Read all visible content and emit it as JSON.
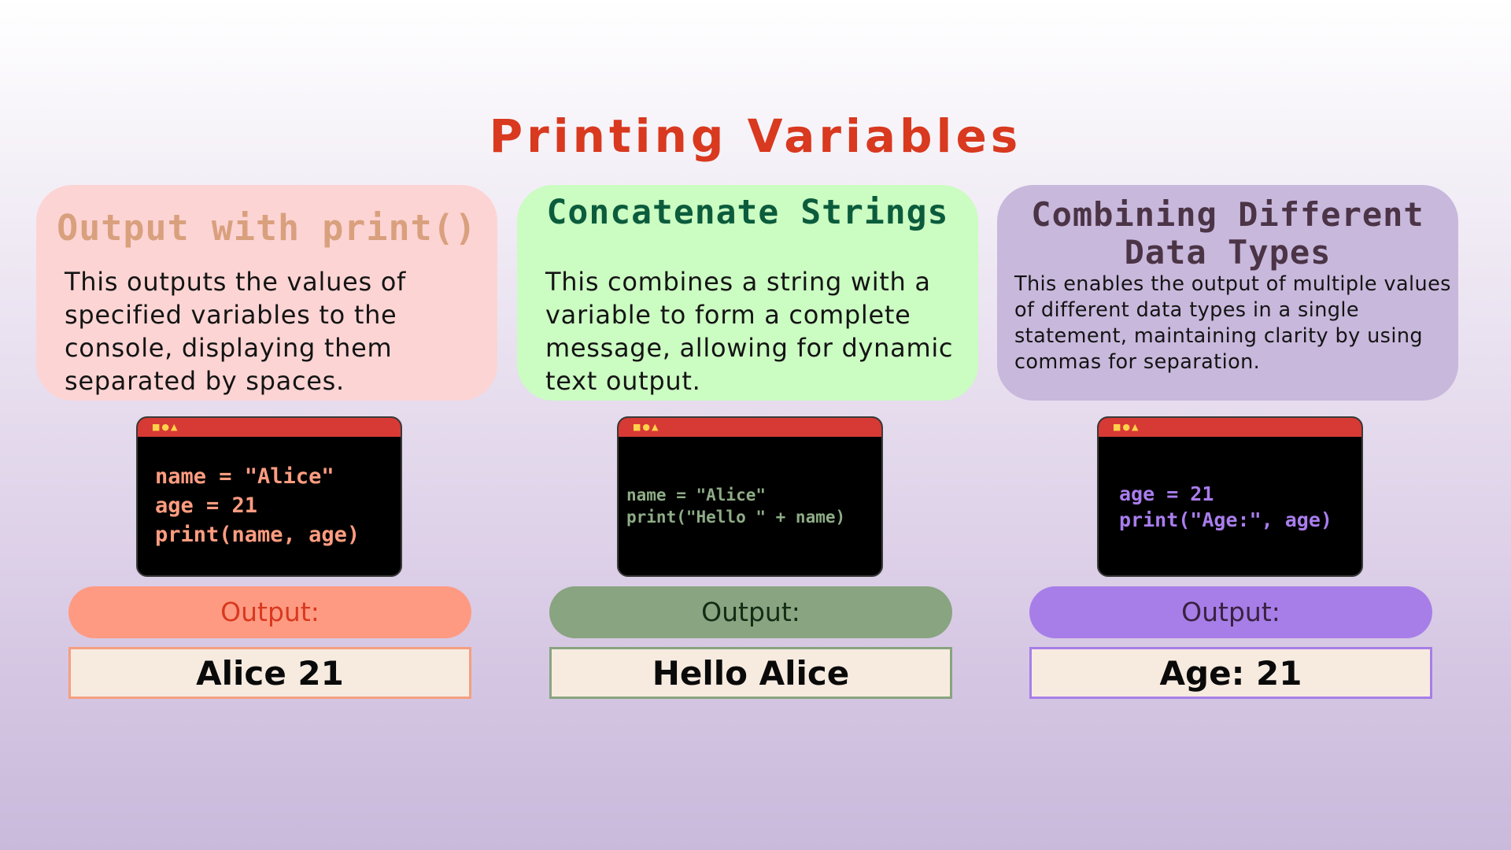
{
  "title": "Printing Variables",
  "columns": [
    {
      "heading": "Output with print()",
      "description": "This outputs the values of specified variables to the console, displaying them separated by spaces.",
      "window_controls": "■●▲",
      "code": "name = \"Alice\"\nage = 21\nprint(name, age)",
      "output_label": "Output:",
      "output_value": "Alice 21"
    },
    {
      "heading": "Concatenate Strings",
      "description": "This combines a string with a variable to form a complete message, allowing for dynamic text output.",
      "window_controls": "■●▲",
      "code": "name = \"Alice\"\nprint(\"Hello \" + name)",
      "output_label": "Output:",
      "output_value": "Hello Alice"
    },
    {
      "heading": "Combining Different Data Types",
      "description": "This enables the output of multiple values of different data types in a single statement, maintaining clarity by using commas for separation.",
      "window_controls": "■●▲",
      "code": "age = 21\nprint(\"Age:\", age)",
      "output_label": "Output:",
      "output_value": "Age: 21"
    }
  ],
  "colors": {
    "title": "#d8391f",
    "card_1": "#fdd4d4",
    "card_2": "#cbfcc2",
    "card_3": "#c8b8dc",
    "terminal_bar": "#d73a34",
    "output_box": "#f7ebe0"
  },
  "icons": [
    "window-square-icon",
    "window-circle-icon",
    "window-triangle-icon"
  ]
}
